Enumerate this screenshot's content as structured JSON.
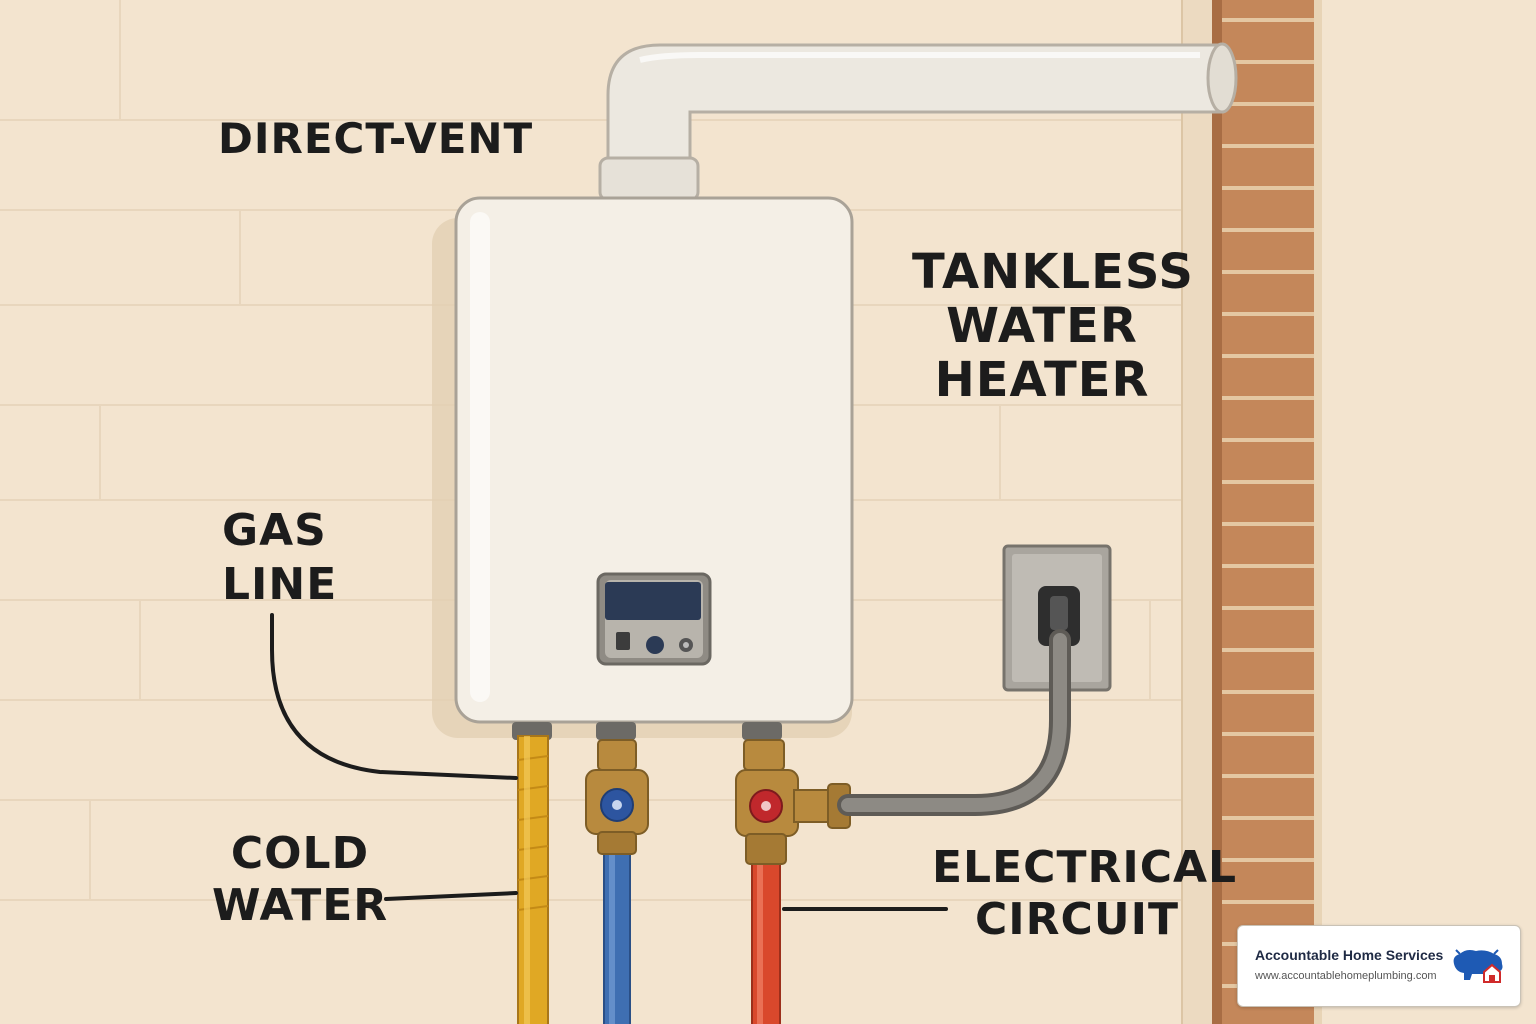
{
  "labels": {
    "direct_vent": "DIRECT-VENT",
    "title_line1": "TANKLESS",
    "title_line2": "WATER",
    "title_line3": "HEATER",
    "gas_line1": "GAS",
    "gas_line2": "LINE",
    "cold_line1": "COLD",
    "cold_line2": "WATER",
    "electrical_line1": "ELECTRICAL",
    "electrical_line2": "CIRCUIT"
  },
  "badge": {
    "company": "Accountable Home Services",
    "url": "www.accountablehomeplumbing.com",
    "logo_icon": "bison-house-logo-icon"
  },
  "colors": {
    "wall": "#f3e4cf",
    "heater_body": "#f4efe6",
    "vent_pipe": "#ece8e0",
    "brick_pillar": "#c4875a",
    "gas_pipe": "#e0a824",
    "cold_pipe": "#3f6fb2",
    "hot_pipe": "#d9482c",
    "brass": "#b88a3e",
    "conduit": "#8d8a84",
    "display": "#2b3a55",
    "leader_line": "#1c1c1c"
  }
}
